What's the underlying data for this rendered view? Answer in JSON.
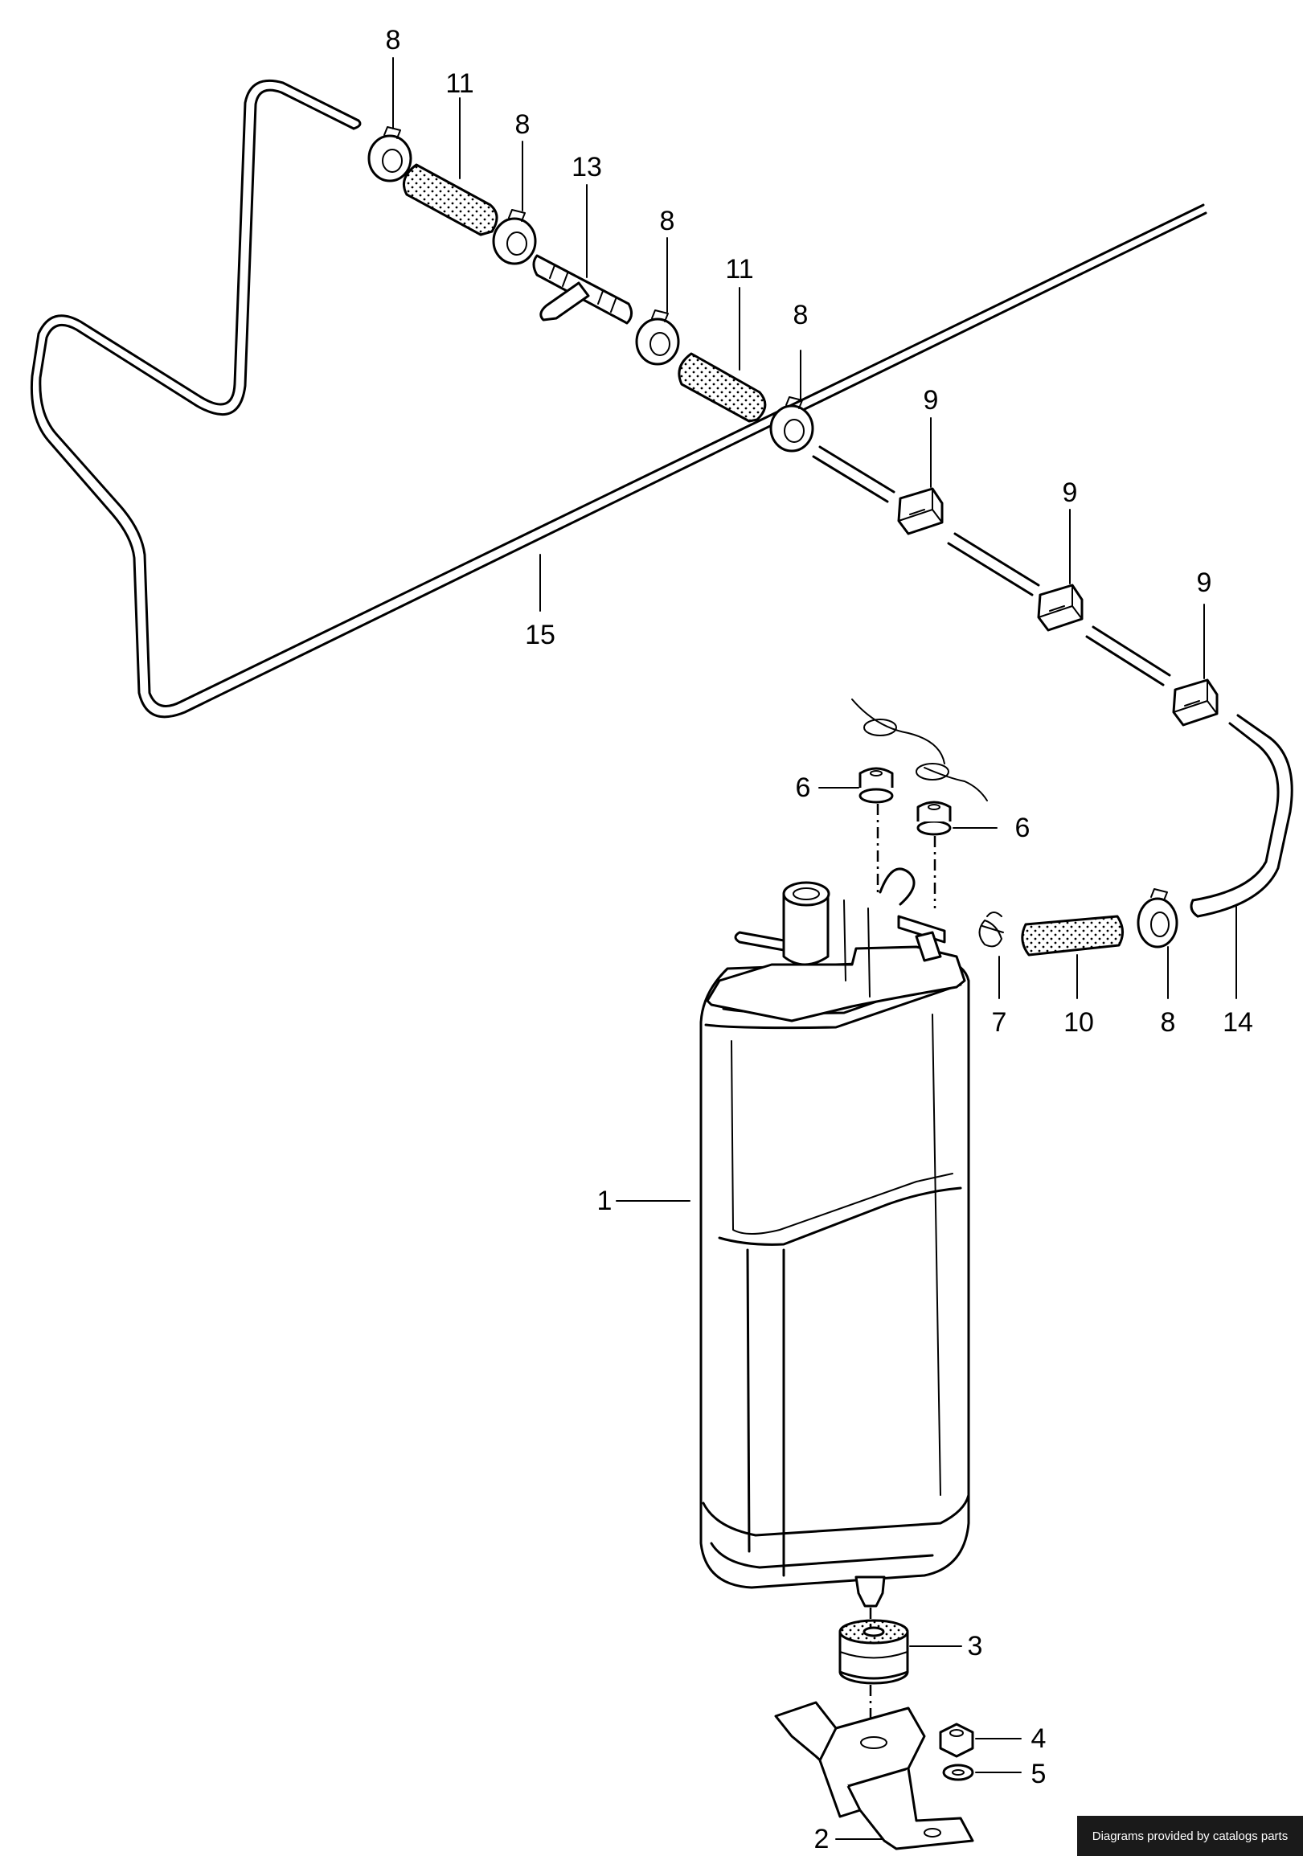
{
  "callouts": [
    {
      "id": "c8a",
      "text": "8"
    },
    {
      "id": "c11a",
      "text": "11"
    },
    {
      "id": "c8b",
      "text": "8"
    },
    {
      "id": "c13",
      "text": "13"
    },
    {
      "id": "c8c",
      "text": "8"
    },
    {
      "id": "c11b",
      "text": "11"
    },
    {
      "id": "c8d",
      "text": "8"
    },
    {
      "id": "c9a",
      "text": "9"
    },
    {
      "id": "c9b",
      "text": "9"
    },
    {
      "id": "c9c",
      "text": "9"
    },
    {
      "id": "c15",
      "text": "15"
    },
    {
      "id": "c6a",
      "text": "6"
    },
    {
      "id": "c6b",
      "text": "6"
    },
    {
      "id": "c7",
      "text": "7"
    },
    {
      "id": "c10",
      "text": "10"
    },
    {
      "id": "c8e",
      "text": "8"
    },
    {
      "id": "c14",
      "text": "14"
    },
    {
      "id": "c1",
      "text": "1"
    },
    {
      "id": "c3",
      "text": "3"
    },
    {
      "id": "c4",
      "text": "4"
    },
    {
      "id": "c5",
      "text": "5"
    },
    {
      "id": "c2",
      "text": "2"
    }
  ],
  "credit": "Diagrams provided by catalogs parts"
}
